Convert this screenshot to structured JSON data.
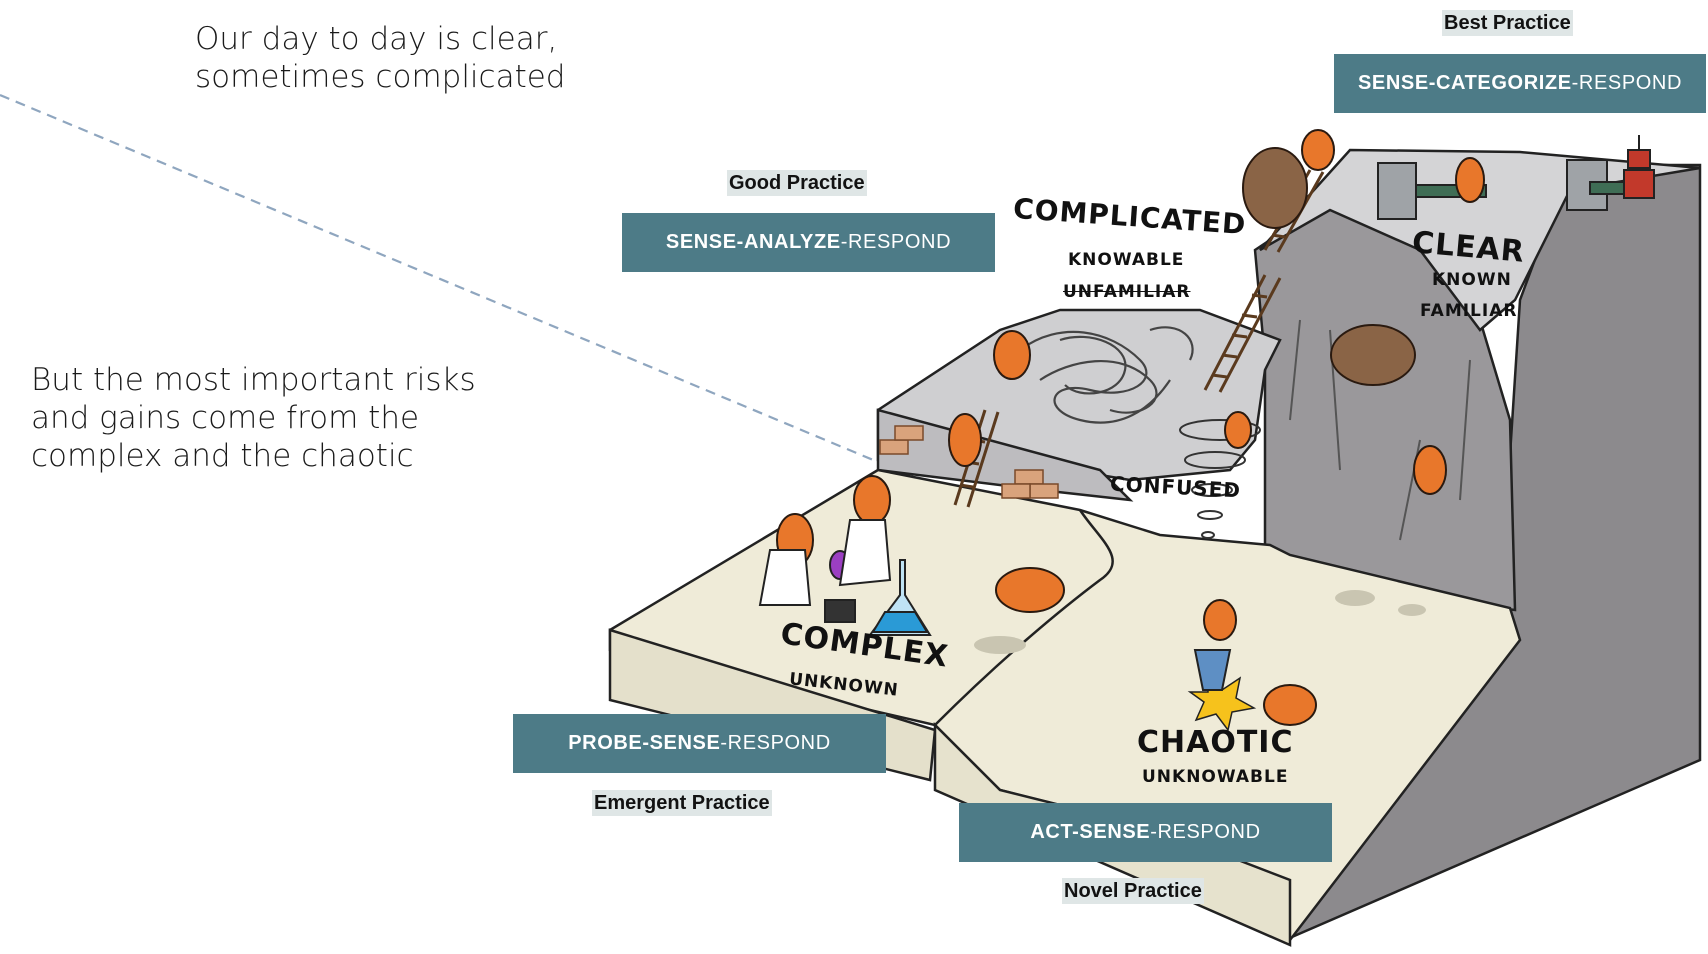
{
  "headlines": {
    "top": "Our day to day is clear,\nsometimes complicated",
    "middle": "But the most important risks\nand gains come from the\ncomplex and the chaotic"
  },
  "domains": {
    "clear": {
      "title": "CLEAR",
      "sub1": "KNOWN",
      "sub2": "FAMILIAR",
      "practice": "Best Practice",
      "method_bold": "SENSE-CATEGORIZE",
      "method_rest": "-RESPOND"
    },
    "complicated": {
      "title": "COMPLICATED",
      "sub1": "KNOWABLE",
      "sub2": "UNFAMILIAR",
      "practice": "Good Practice",
      "method_bold": "SENSE-ANALYZE",
      "method_rest": "-RESPOND"
    },
    "complex": {
      "title": "COMPLEX",
      "sub1": "UNKNOWN",
      "practice": "Emergent Practice",
      "method_bold": "PROBE-SENSE",
      "method_rest": "-RESPOND"
    },
    "chaotic": {
      "title": "CHAOTIC",
      "sub1": "UNKNOWABLE",
      "practice": "Novel Practice",
      "method_bold": "ACT-SENSE",
      "method_rest": "-RESPOND"
    },
    "confused": {
      "title": "CONFUSED"
    }
  },
  "colors": {
    "method_box": "#4d7b87",
    "practice_highlight": "#dfe6e6",
    "cliff_top": "#cfcfd1",
    "cliff_side": "#8c8a8d",
    "ground": "#efebd8",
    "creature": "#e8772b",
    "dashed_line": "#8fa6bf"
  },
  "icons": [
    "creature-icon",
    "ladder-icon",
    "sack-icon",
    "tornado-icon",
    "flask-icon",
    "robot-icon",
    "brick-icon",
    "scribble-icon"
  ]
}
